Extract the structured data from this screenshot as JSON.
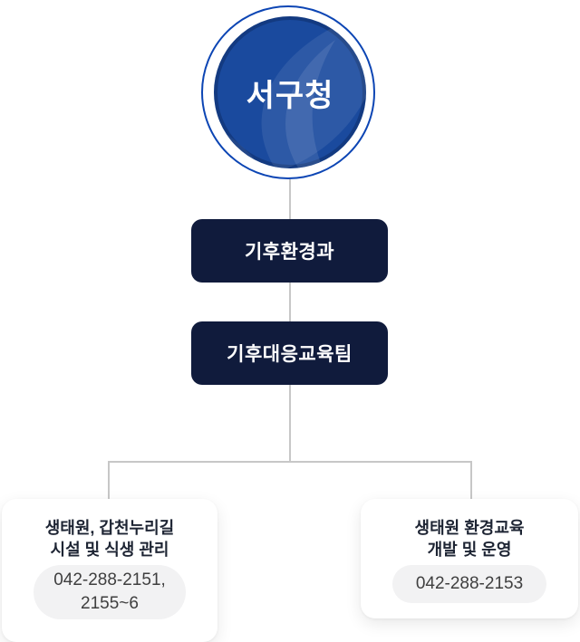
{
  "org_chart": {
    "root": {
      "label": "서구청"
    },
    "department": {
      "label": "기후환경과"
    },
    "team": {
      "label": "기후대응교육팀"
    },
    "cards": [
      {
        "title_line1": "생태원, 갑천누리길",
        "title_line2": "시설 및 식생 관리",
        "phone_line1": "042-288-2151,",
        "phone_line2": "2155~6"
      },
      {
        "title_line1": "생태원 환경교육",
        "title_line2": "개발 및 운영",
        "phone_line1": "042-288-2153"
      }
    ]
  },
  "colors": {
    "ring": "#0c45b4",
    "circle_fill": "#1a4a9e",
    "swirl": "#2d5bac",
    "box_navy": "#101b3c",
    "connector": "#c7c7c7",
    "card_bg": "#ffffff",
    "pill_bg": "#f2f2f3",
    "title_text": "#1d2433",
    "phone_text": "#3f3f3f",
    "node_text": "#ffffff"
  }
}
